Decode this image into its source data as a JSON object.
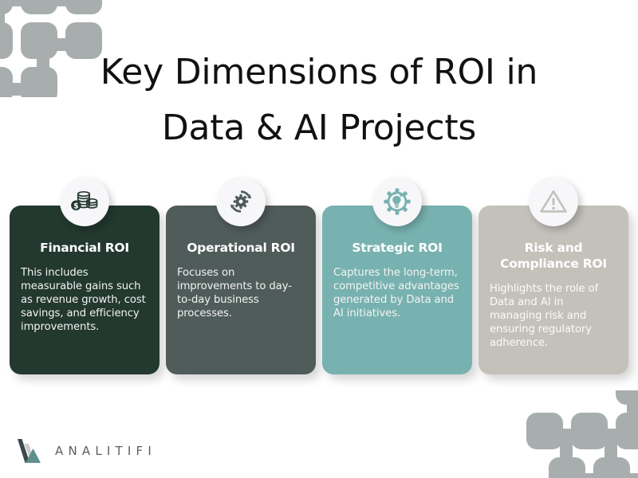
{
  "page": {
    "background_color": "#ffffff",
    "decoration_color": "#a8aeae"
  },
  "title": {
    "line1": "Key Dimensions of ROI in",
    "line2": "Data & AI Projects",
    "full": "Key Dimensions of ROI in Data & AI Projects",
    "color": "#111111"
  },
  "cards": [
    {
      "id": "financial-roi",
      "title": "Financial ROI",
      "body": "This includes measurable gains such as revenue growth, cost savings, and efficiency improvements.",
      "background_color": "#23382f",
      "icon": "coins-stack-dollar-icon",
      "icon_color": "#23382f",
      "badge_color": "#f7f7fa"
    },
    {
      "id": "operational-roi",
      "title": "Operational ROI",
      "body": "Focuses on improvements to day-to-day business processes.",
      "background_color": "#4f5c5a",
      "icon": "gear-refresh-cycle-icon",
      "icon_color": "#4f5c5a",
      "badge_color": "#f7f7fa"
    },
    {
      "id": "strategic-roi",
      "title": "Strategic ROI",
      "body": "Captures the long-term, competitive advantages generated by Data and AI initiatives.",
      "background_color": "#78b2b0",
      "icon": "gear-hand-lightbulb-icon",
      "icon_color": "#78b2b0",
      "badge_color": "#f7f7fa"
    },
    {
      "id": "risk-compliance-roi",
      "title": "Risk and Compliance ROI",
      "body": "Highlights the role of Data and AI in managing risk and ensuring regulatory adherence.",
      "background_color": "#c4c1bb",
      "icon": "warning-triangle-icon",
      "icon_color": "#c4c1bb",
      "badge_color": "#f7f7fa"
    }
  ],
  "footer": {
    "brand_name": "ANALITIFI",
    "logo_mark": "mountain-triangles-icon",
    "brand_text_color": "#5d5f5e",
    "mark_colors": {
      "dark": "#3c4a4d",
      "light": "#c8cbc6",
      "teal": "#5d8f8d"
    }
  }
}
